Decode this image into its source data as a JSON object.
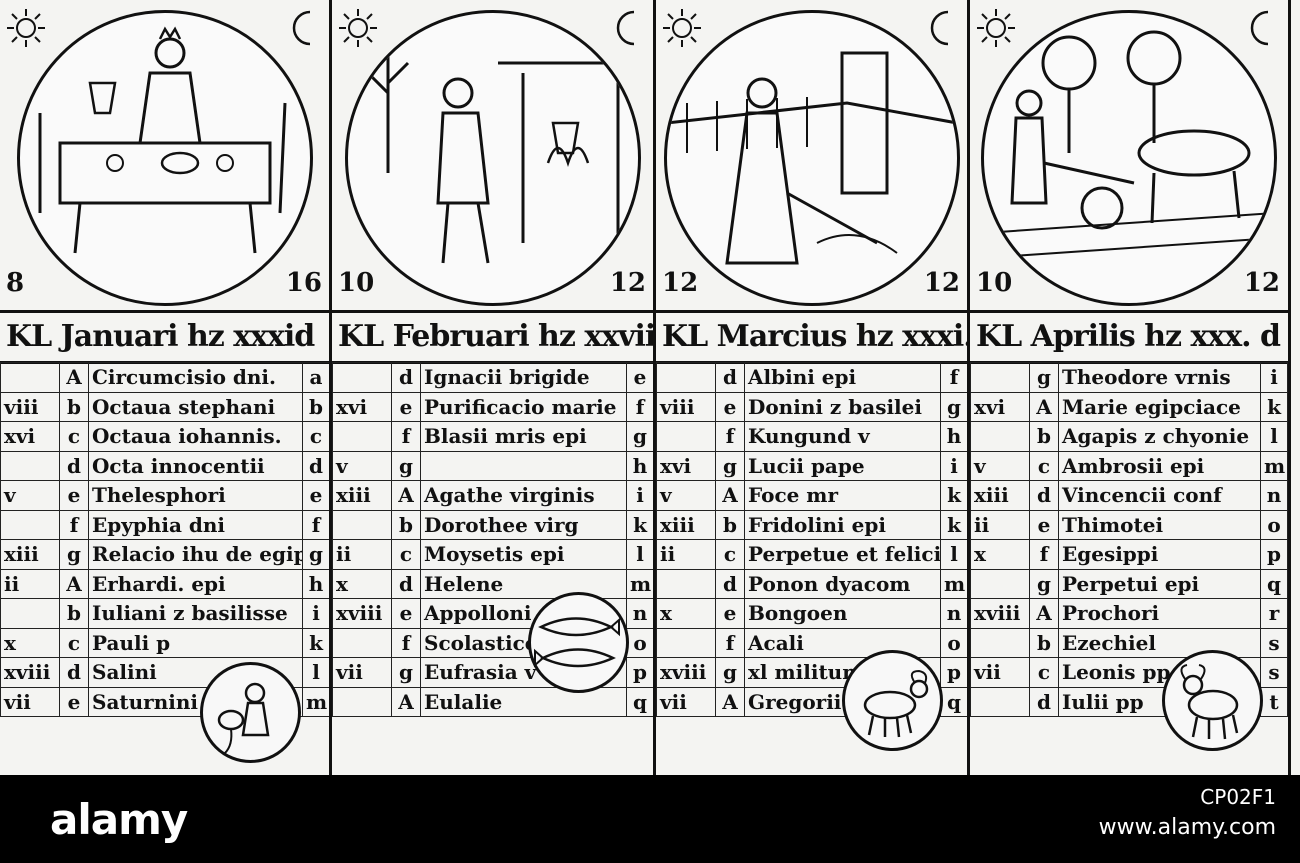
{
  "months": [
    {
      "name": "january",
      "left_number": "8",
      "right_number": "16",
      "header": "KL Januari hz xxxid",
      "rows": [
        [
          "",
          "A",
          "Circumcisio dni.",
          "a"
        ],
        [
          "viii",
          "b",
          "Octaua stephani",
          "b"
        ],
        [
          "xvi",
          "c",
          "Octaua iohannis.",
          "c"
        ],
        [
          "",
          "d",
          "Octa innocentii",
          "d"
        ],
        [
          "v",
          "e",
          "Thelesphori",
          "e"
        ],
        [
          "",
          "f",
          "Epyphia dni",
          "f"
        ],
        [
          "xiii",
          "g",
          "Relacio ihu de egipto",
          "g"
        ],
        [
          "ii",
          "A",
          "Erhardi. epi",
          "h"
        ],
        [
          "",
          "b",
          "Iuliani z basilisse",
          "i"
        ],
        [
          "x",
          "c",
          "Pauli p",
          "k"
        ],
        [
          "xviii",
          "d",
          "Salini",
          "l"
        ],
        [
          "vii",
          "e",
          "Saturnini",
          "m"
        ]
      ]
    },
    {
      "name": "february",
      "left_number": "10",
      "right_number": "12",
      "header": "KL Februari hz xxviii.",
      "rows": [
        [
          "",
          "d",
          "Ignacii brigide",
          "e"
        ],
        [
          "xvi",
          "e",
          "Purificacio marie",
          "f"
        ],
        [
          "",
          "f",
          "Blasii mris epi",
          "g"
        ],
        [
          "v",
          "g",
          "",
          "h"
        ],
        [
          "xiii",
          "A",
          "Agathe virginis",
          "i"
        ],
        [
          "",
          "b",
          "Dorothee virg",
          "k"
        ],
        [
          "ii",
          "c",
          "Moysetis epi",
          "l"
        ],
        [
          "x",
          "d",
          "Helene",
          "m"
        ],
        [
          "xviii",
          "e",
          "Appolloni",
          "n"
        ],
        [
          "",
          "f",
          "Scolastice",
          "o"
        ],
        [
          "vii",
          "g",
          "Eufrasia v",
          "p"
        ],
        [
          "",
          "A",
          "Eulalie",
          "q"
        ]
      ]
    },
    {
      "name": "march",
      "left_number": "12",
      "right_number": "12",
      "header": "KL Marcius hz xxxi. d.",
      "rows": [
        [
          "",
          "d",
          "Albini epi",
          "f"
        ],
        [
          "viii",
          "e",
          "Donini z basilei",
          "g"
        ],
        [
          "",
          "f",
          "Kungund v",
          "h"
        ],
        [
          "xvi",
          "g",
          "Lucii pape",
          "i"
        ],
        [
          "v",
          "A",
          "Foce mr",
          "k"
        ],
        [
          "xiii",
          "b",
          "Fridolini epi",
          "k"
        ],
        [
          "ii",
          "c",
          "Perpetue et felicit",
          "l"
        ],
        [
          "",
          "d",
          "Ponon dyacom",
          "m"
        ],
        [
          "x",
          "e",
          "Bongoen",
          "n"
        ],
        [
          "",
          "f",
          "Acali",
          "o"
        ],
        [
          "xviii",
          "g",
          "xl militum",
          "p"
        ],
        [
          "vii",
          "A",
          "Gregorii",
          "q"
        ]
      ]
    },
    {
      "name": "april",
      "left_number": "10",
      "right_number": "12",
      "header": "KL Aprilis hz xxx. d",
      "rows": [
        [
          "",
          "g",
          "Theodore vrnis",
          "i"
        ],
        [
          "xvi",
          "A",
          "Marie egipciace",
          "k"
        ],
        [
          "",
          "b",
          "Agapis z chyonie",
          "l"
        ],
        [
          "v",
          "c",
          "Ambrosii epi",
          "m"
        ],
        [
          "xiii",
          "d",
          "Vincencii conf",
          "n"
        ],
        [
          "ii",
          "e",
          "Thimotei",
          "o"
        ],
        [
          "x",
          "f",
          "Egesippi",
          "p"
        ],
        [
          "",
          "g",
          "Perpetui epi",
          "q"
        ],
        [
          "xviii",
          "A",
          "Prochori",
          "r"
        ],
        [
          "",
          "b",
          "Ezechiel",
          "s"
        ],
        [
          "vii",
          "c",
          "Leonis pp",
          "s"
        ],
        [
          "",
          "d",
          "Iulii pp",
          "t"
        ]
      ]
    }
  ],
  "footer": {
    "logo": "alamy",
    "image_id": "CP02F1",
    "site": "www.alamy.com"
  }
}
